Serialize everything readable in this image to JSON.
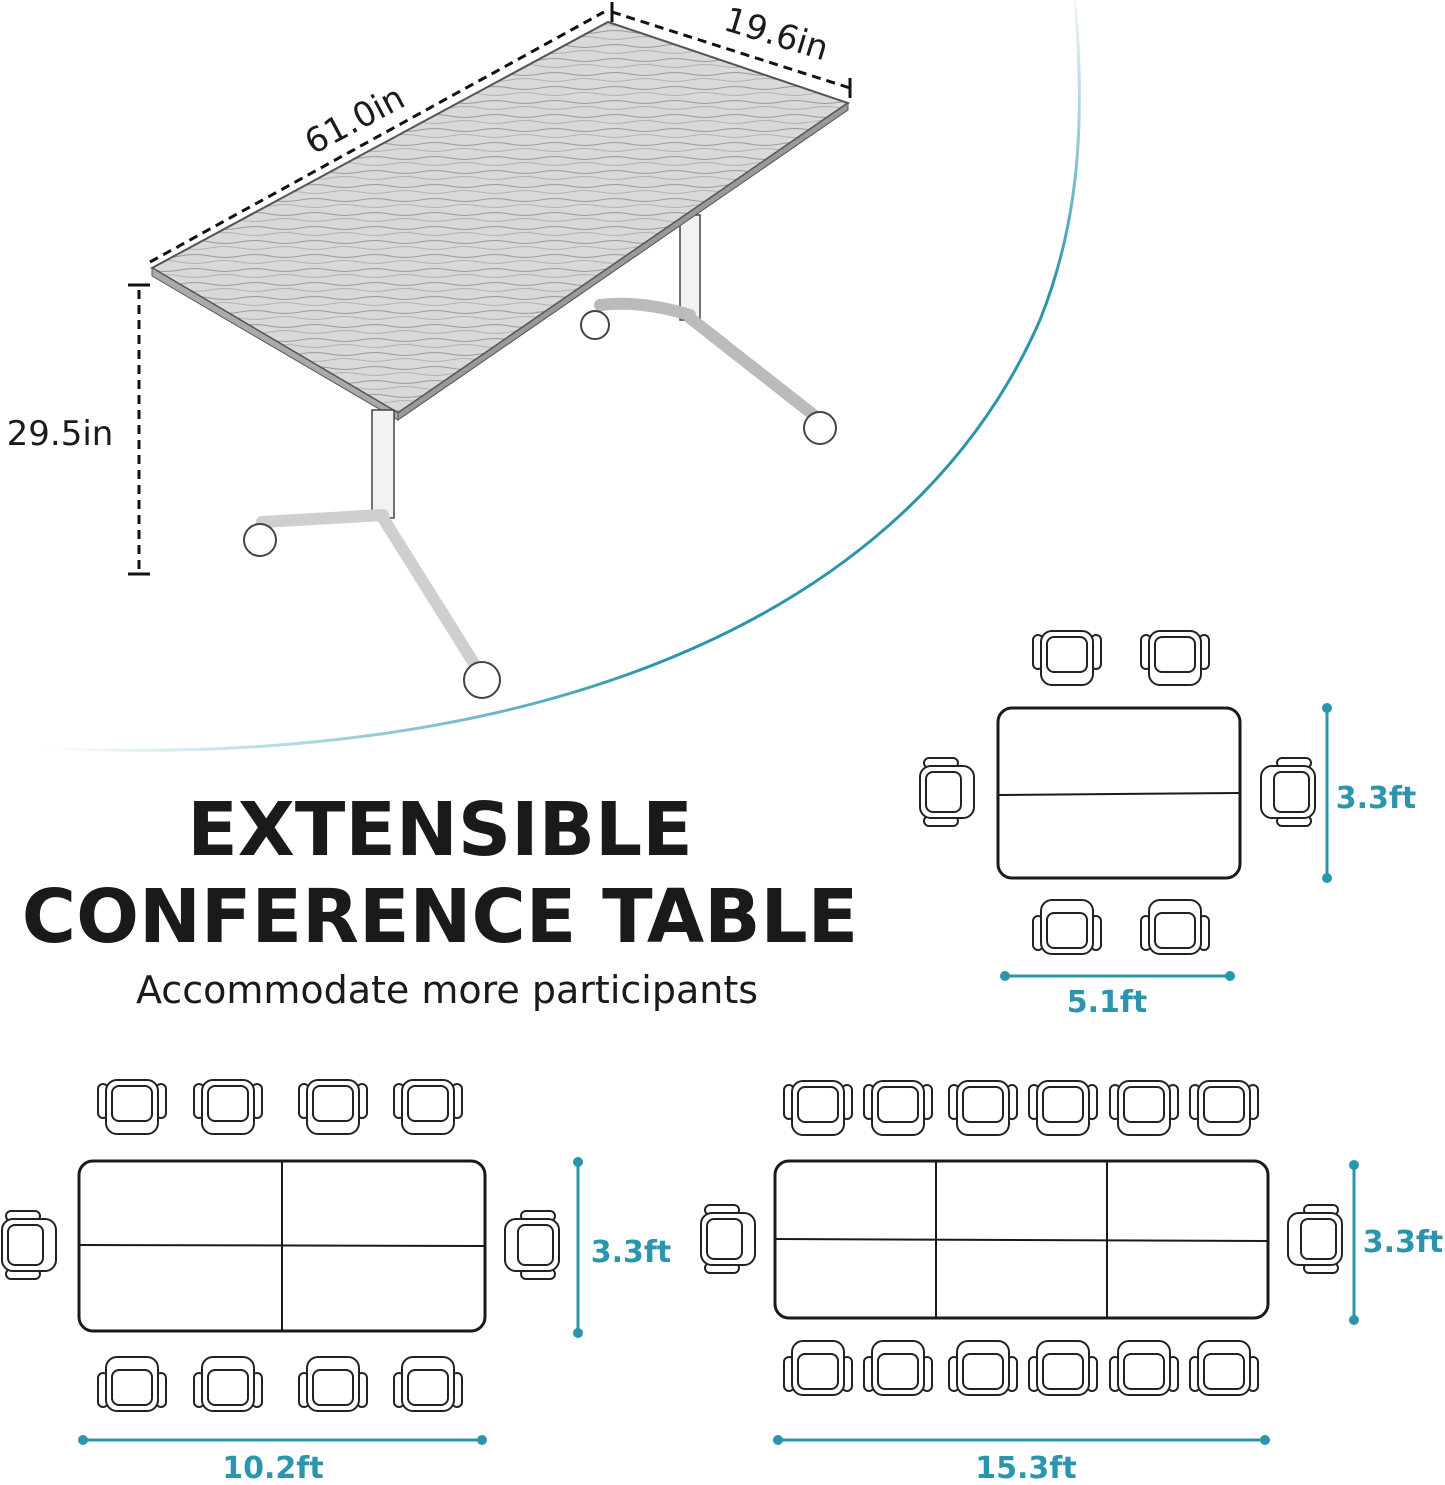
{
  "dimensions": {
    "length": "61.0in",
    "width": "19.6in",
    "height": "29.5in"
  },
  "title": {
    "line1": "EXTENSIBLE",
    "line2": "CONFERENCE TABLE",
    "subtitle": "Accommodate more participants"
  },
  "colors": {
    "accent": "#2b95ad",
    "text": "#1a1a1a"
  },
  "layouts": [
    {
      "tables": 2,
      "seats": 6,
      "width_label": "5.1ft",
      "depth_label": "3.3ft"
    },
    {
      "tables": 4,
      "seats": 10,
      "width_label": "10.2ft",
      "depth_label": "3.3ft"
    },
    {
      "tables": 6,
      "seats": 14,
      "width_label": "15.3ft",
      "depth_label": "3.3ft"
    }
  ]
}
